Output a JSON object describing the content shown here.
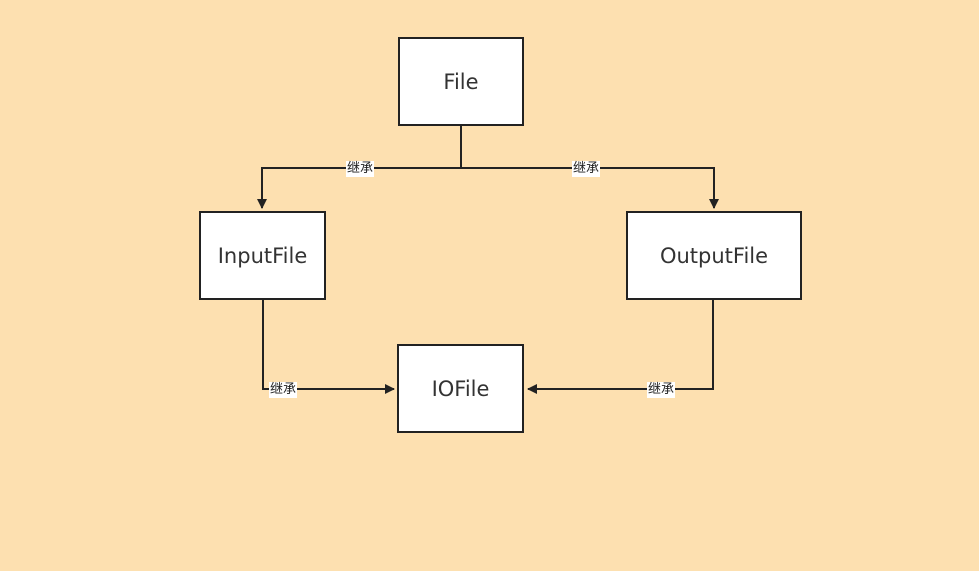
{
  "diagram": {
    "nodes": {
      "file": "File",
      "input_file": "InputFile",
      "output_file": "OutputFile",
      "io_file": "IOFile"
    },
    "edges": {
      "file_to_input": "继承",
      "file_to_output": "继承",
      "input_to_io": "继承",
      "output_to_io": "继承"
    }
  },
  "colors": {
    "background": "#fde0b0",
    "node_fill": "#ffffff",
    "stroke": "#222222"
  }
}
